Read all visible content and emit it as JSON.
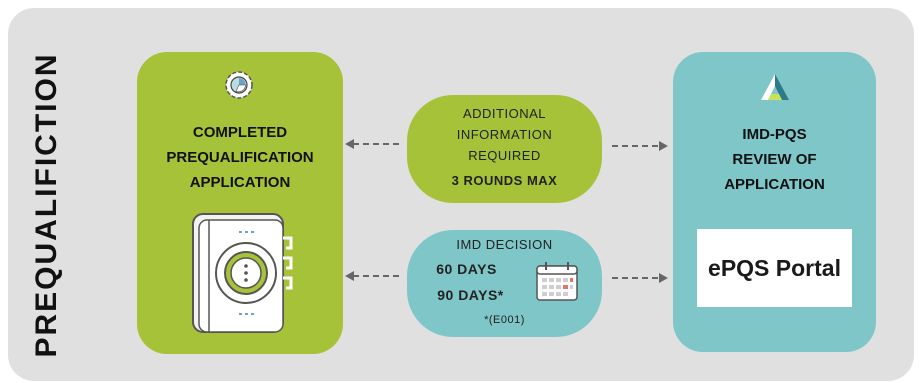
{
  "side_title": "PREQUALIFICTION",
  "left_card": {
    "title_lines": [
      "COMPLETED",
      "PREQUALIFICATION",
      "APPLICATION"
    ],
    "top_icon": "settings-chart-icon",
    "main_icon": "binder-document-icon"
  },
  "right_card": {
    "title_lines": [
      "IMD-PQS",
      "REVIEW OF",
      "APPLICATION"
    ],
    "top_icon": "triangle-logo-icon",
    "portal_label": "ePQS Portal"
  },
  "info_pill": {
    "lines": [
      "ADDITIONAL",
      "INFORMATION",
      "REQUIRED"
    ],
    "rounds": "3 ROUNDS MAX"
  },
  "decision_pill": {
    "title": "IMD DECISION",
    "days1": "60 DAYS",
    "days2": "90 DAYS*",
    "footnote": "*(E001)",
    "icon": "calendar-icon"
  },
  "colors": {
    "background_panel": "#e0e0e0",
    "green": "#a6c239",
    "teal": "#7fc6c9",
    "arrow": "#666666"
  }
}
